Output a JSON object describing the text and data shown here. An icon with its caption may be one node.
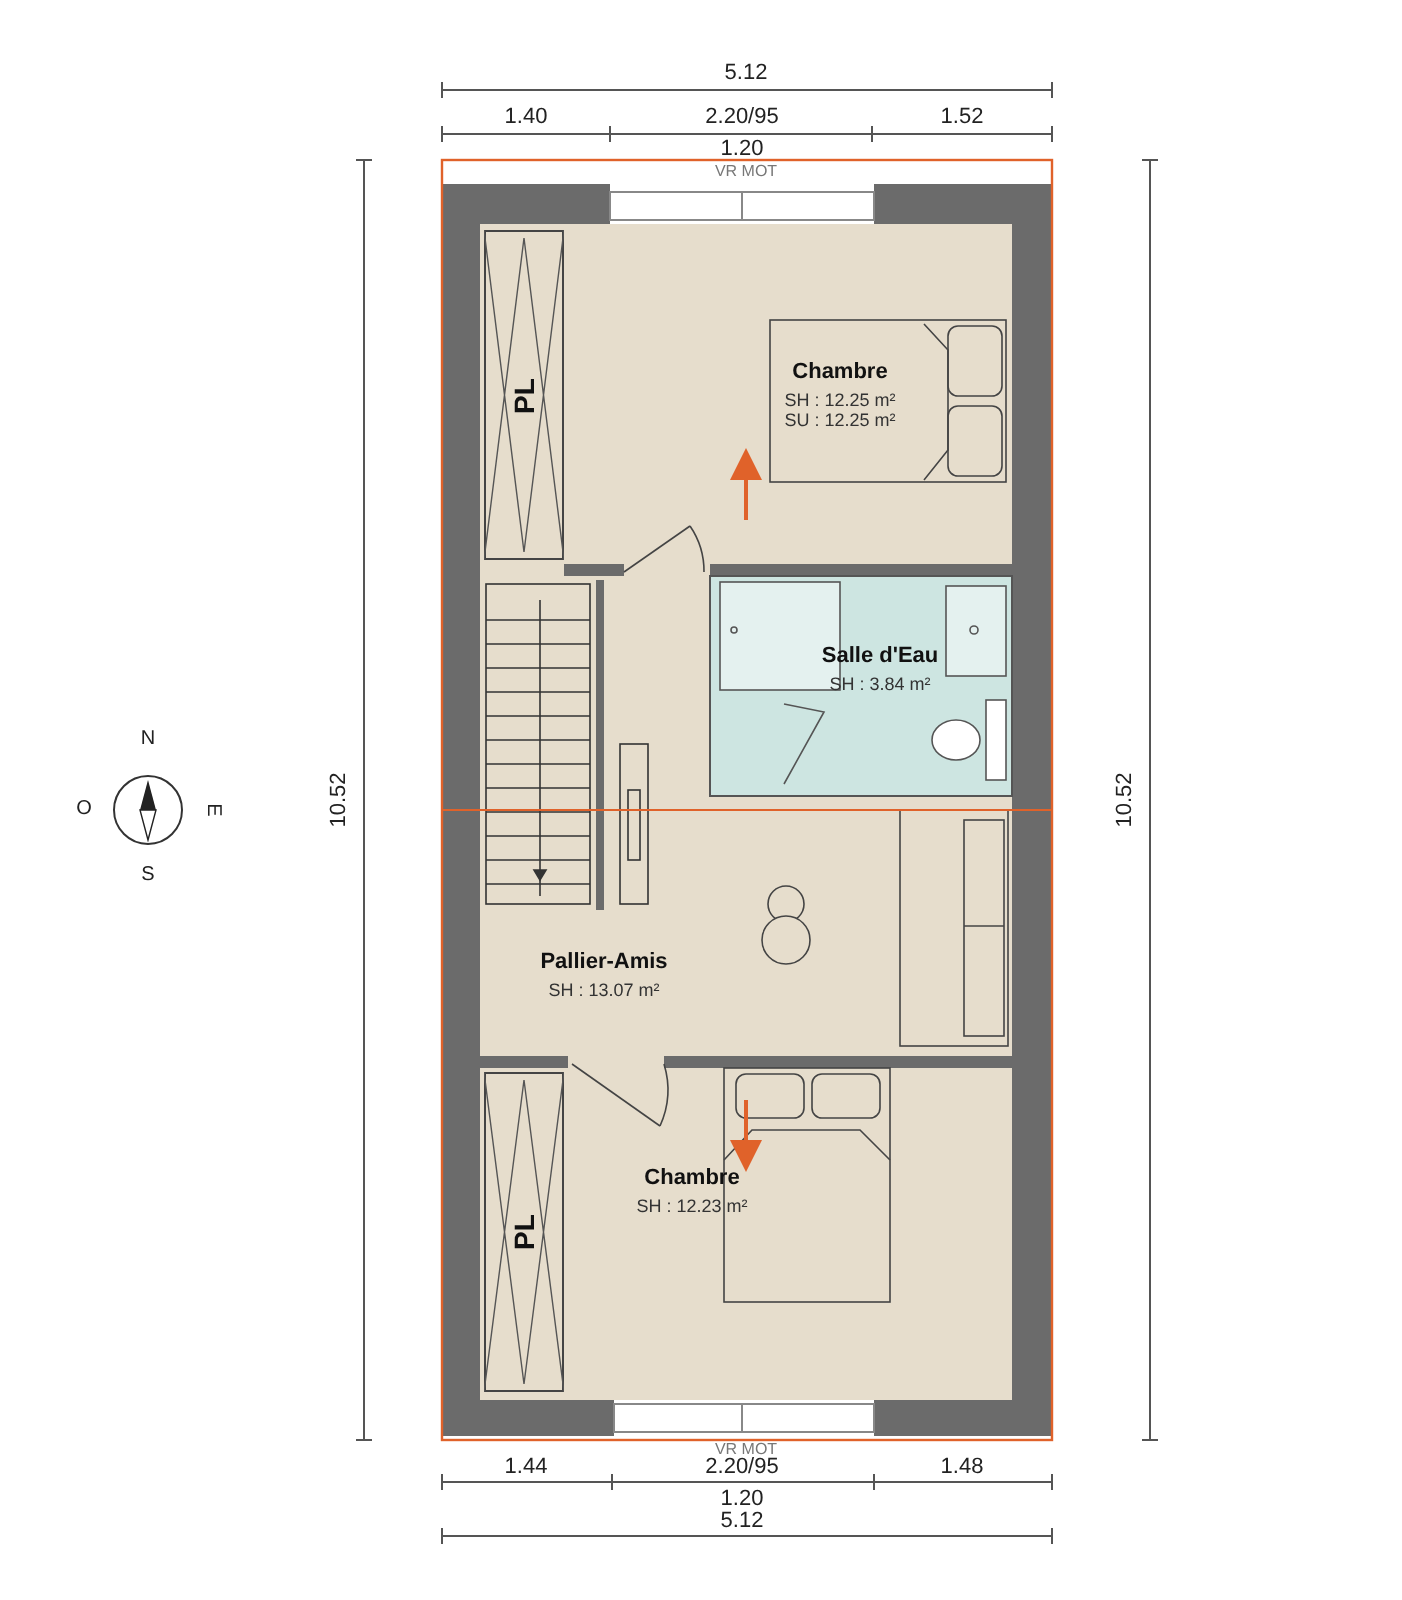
{
  "diagram": {
    "nodes": [
      {
        "text": [
          "Chambre",
          "SH : 12.25 m²",
          "SU : 12.25 m²"
        ]
      },
      {
        "text": [
          "PL"
        ],
        "in": 0
      },
      {
        "text": [
          "Salle d'Eau",
          "SH : 3.84 m²"
        ]
      },
      {
        "text": [
          "Pallier-Amis",
          "SH : 13.07 m²"
        ]
      },
      {
        "text": [
          "Chambre",
          "SH : 12.23 m²"
        ]
      },
      {
        "text": [
          "PL"
        ],
        "in": 4
      }
    ],
    "labels": [
      "5.12",
      "1.40",
      "2.20/95",
      "1.52",
      "1.20",
      "VR MOT",
      "10.52",
      "10.52",
      "N",
      "O",
      "E",
      "S",
      "VR MOT",
      "1.44",
      "2.20/95",
      "1.48",
      "1.20",
      "5.12"
    ]
  }
}
